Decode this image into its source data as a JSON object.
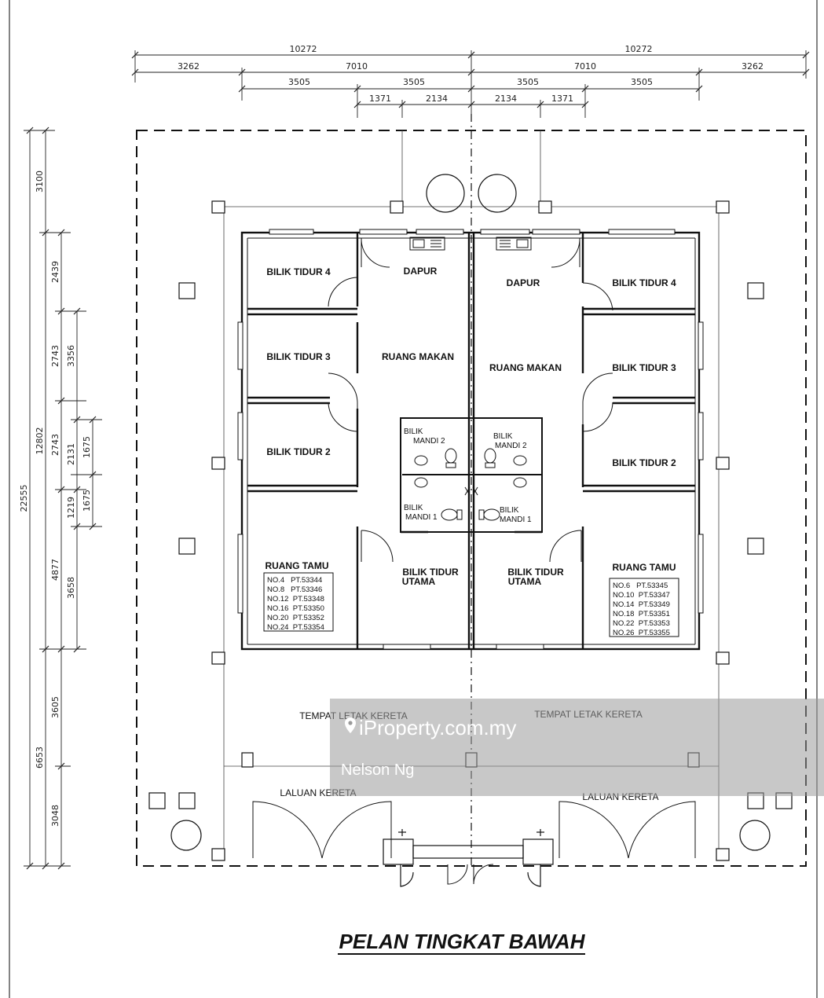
{
  "title": "PELAN TINGKAT BAWAH",
  "dimensions": {
    "top_row1": [
      "10272",
      "10272"
    ],
    "top_row2": [
      "3262",
      "7010",
      "7010",
      "3262"
    ],
    "top_row3": [
      "3505",
      "3505",
      "3505",
      "3505"
    ],
    "top_row4": [
      "1371",
      "2134",
      "2134",
      "1371"
    ],
    "left_total": "22555",
    "left_outer": [
      "3100",
      "12802",
      "6653"
    ],
    "left_mid": [
      "2439",
      "2743",
      "2743",
      "4877",
      "3605",
      "3048"
    ],
    "left_inner": [
      "3356",
      "2131",
      "1219",
      "3658"
    ],
    "left_small": [
      "1675",
      "1675"
    ]
  },
  "rooms": {
    "bilik_tidur_4": "BILIK TIDUR 4",
    "bilik_tidur_3": "BILIK TIDUR 3",
    "bilik_tidur_2": "BILIK TIDUR 2",
    "dapur": "DAPUR",
    "ruang_makan": "RUANG MAKAN",
    "bilik_mandi_label": "BILIK",
    "mandi_2": "MANDI 2",
    "mandi_1": "MANDI 1",
    "bilik_tidur_utama_1": "BILIK TIDUR",
    "bilik_tidur_utama_2": "UTAMA",
    "ruang_tamu": "RUANG TAMU",
    "tempat_letak_kereta": "TEMPAT LETAK KERETA",
    "laluan_kereta": "LALUAN KERETA"
  },
  "lots_left": [
    "NO.4   PT.53344",
    "NO.8   PT.53346",
    "NO.12  PT.53348",
    "NO.16  PT.53350",
    "NO.20  PT.53352",
    "NO.24  PT.53354"
  ],
  "lots_right": [
    "NO.6   PT.53345",
    "NO.10  PT.53347",
    "NO.14  PT.53349",
    "NO.18  PT.53351",
    "NO.22  PT.53353",
    "NO.26  PT.53355"
  ],
  "watermark": {
    "brand": "iProperty.com.my",
    "agent": "Nelson Ng",
    "icon": "map-pin-icon"
  }
}
